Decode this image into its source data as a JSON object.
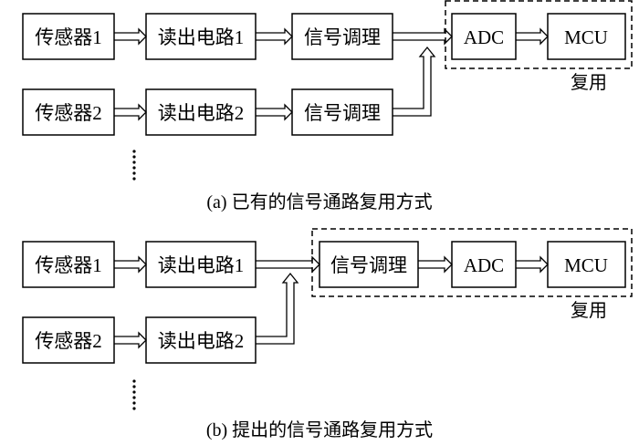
{
  "diagram_a": {
    "row1": {
      "sensor": "传感器1",
      "readout": "读出电路1",
      "conditioning": "信号调理",
      "adc": "ADC",
      "mcu": "MCU"
    },
    "row2": {
      "sensor": "传感器2",
      "readout": "读出电路2",
      "conditioning": "信号调理"
    },
    "multiplex_label": "复用",
    "caption": "(a) 已有的信号通路复用方式"
  },
  "diagram_b": {
    "row1": {
      "sensor": "传感器1",
      "readout": "读出电路1",
      "conditioning": "信号调理",
      "adc": "ADC",
      "mcu": "MCU"
    },
    "row2": {
      "sensor": "传感器2",
      "readout": "读出电路2"
    },
    "multiplex_label": "复用",
    "caption": "(b) 提出的信号通路复用方式"
  }
}
